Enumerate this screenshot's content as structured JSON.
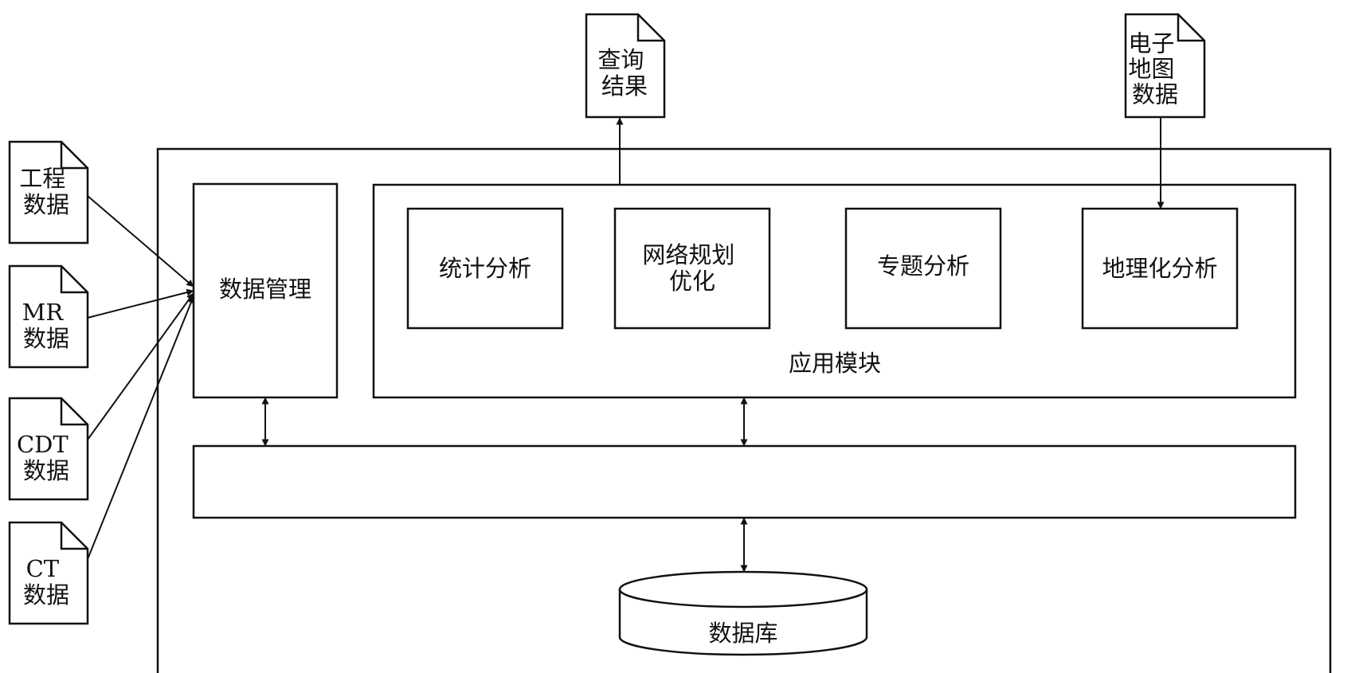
{
  "system": {
    "data_management": "数据管理",
    "application_module": "应用模块",
    "middle_layer": "",
    "database": "数据库",
    "functions": [
      {
        "lines": [
          "统计分析"
        ]
      },
      {
        "lines": [
          "网络规划",
          "优化"
        ]
      },
      {
        "lines": [
          "专题分析"
        ]
      },
      {
        "lines": [
          "地理化分析"
        ]
      }
    ]
  },
  "input_documents": [
    {
      "lines": [
        "工程",
        "数据"
      ]
    },
    {
      "lines": [
        "MR",
        "数据"
      ]
    },
    {
      "lines": [
        "CDT",
        "数据"
      ]
    },
    {
      "lines": [
        "CT",
        "数据"
      ]
    }
  ],
  "output_document": {
    "lines": [
      "查询",
      "结果"
    ]
  },
  "map_document": {
    "lines": [
      "电子",
      "地图",
      "数据"
    ]
  }
}
